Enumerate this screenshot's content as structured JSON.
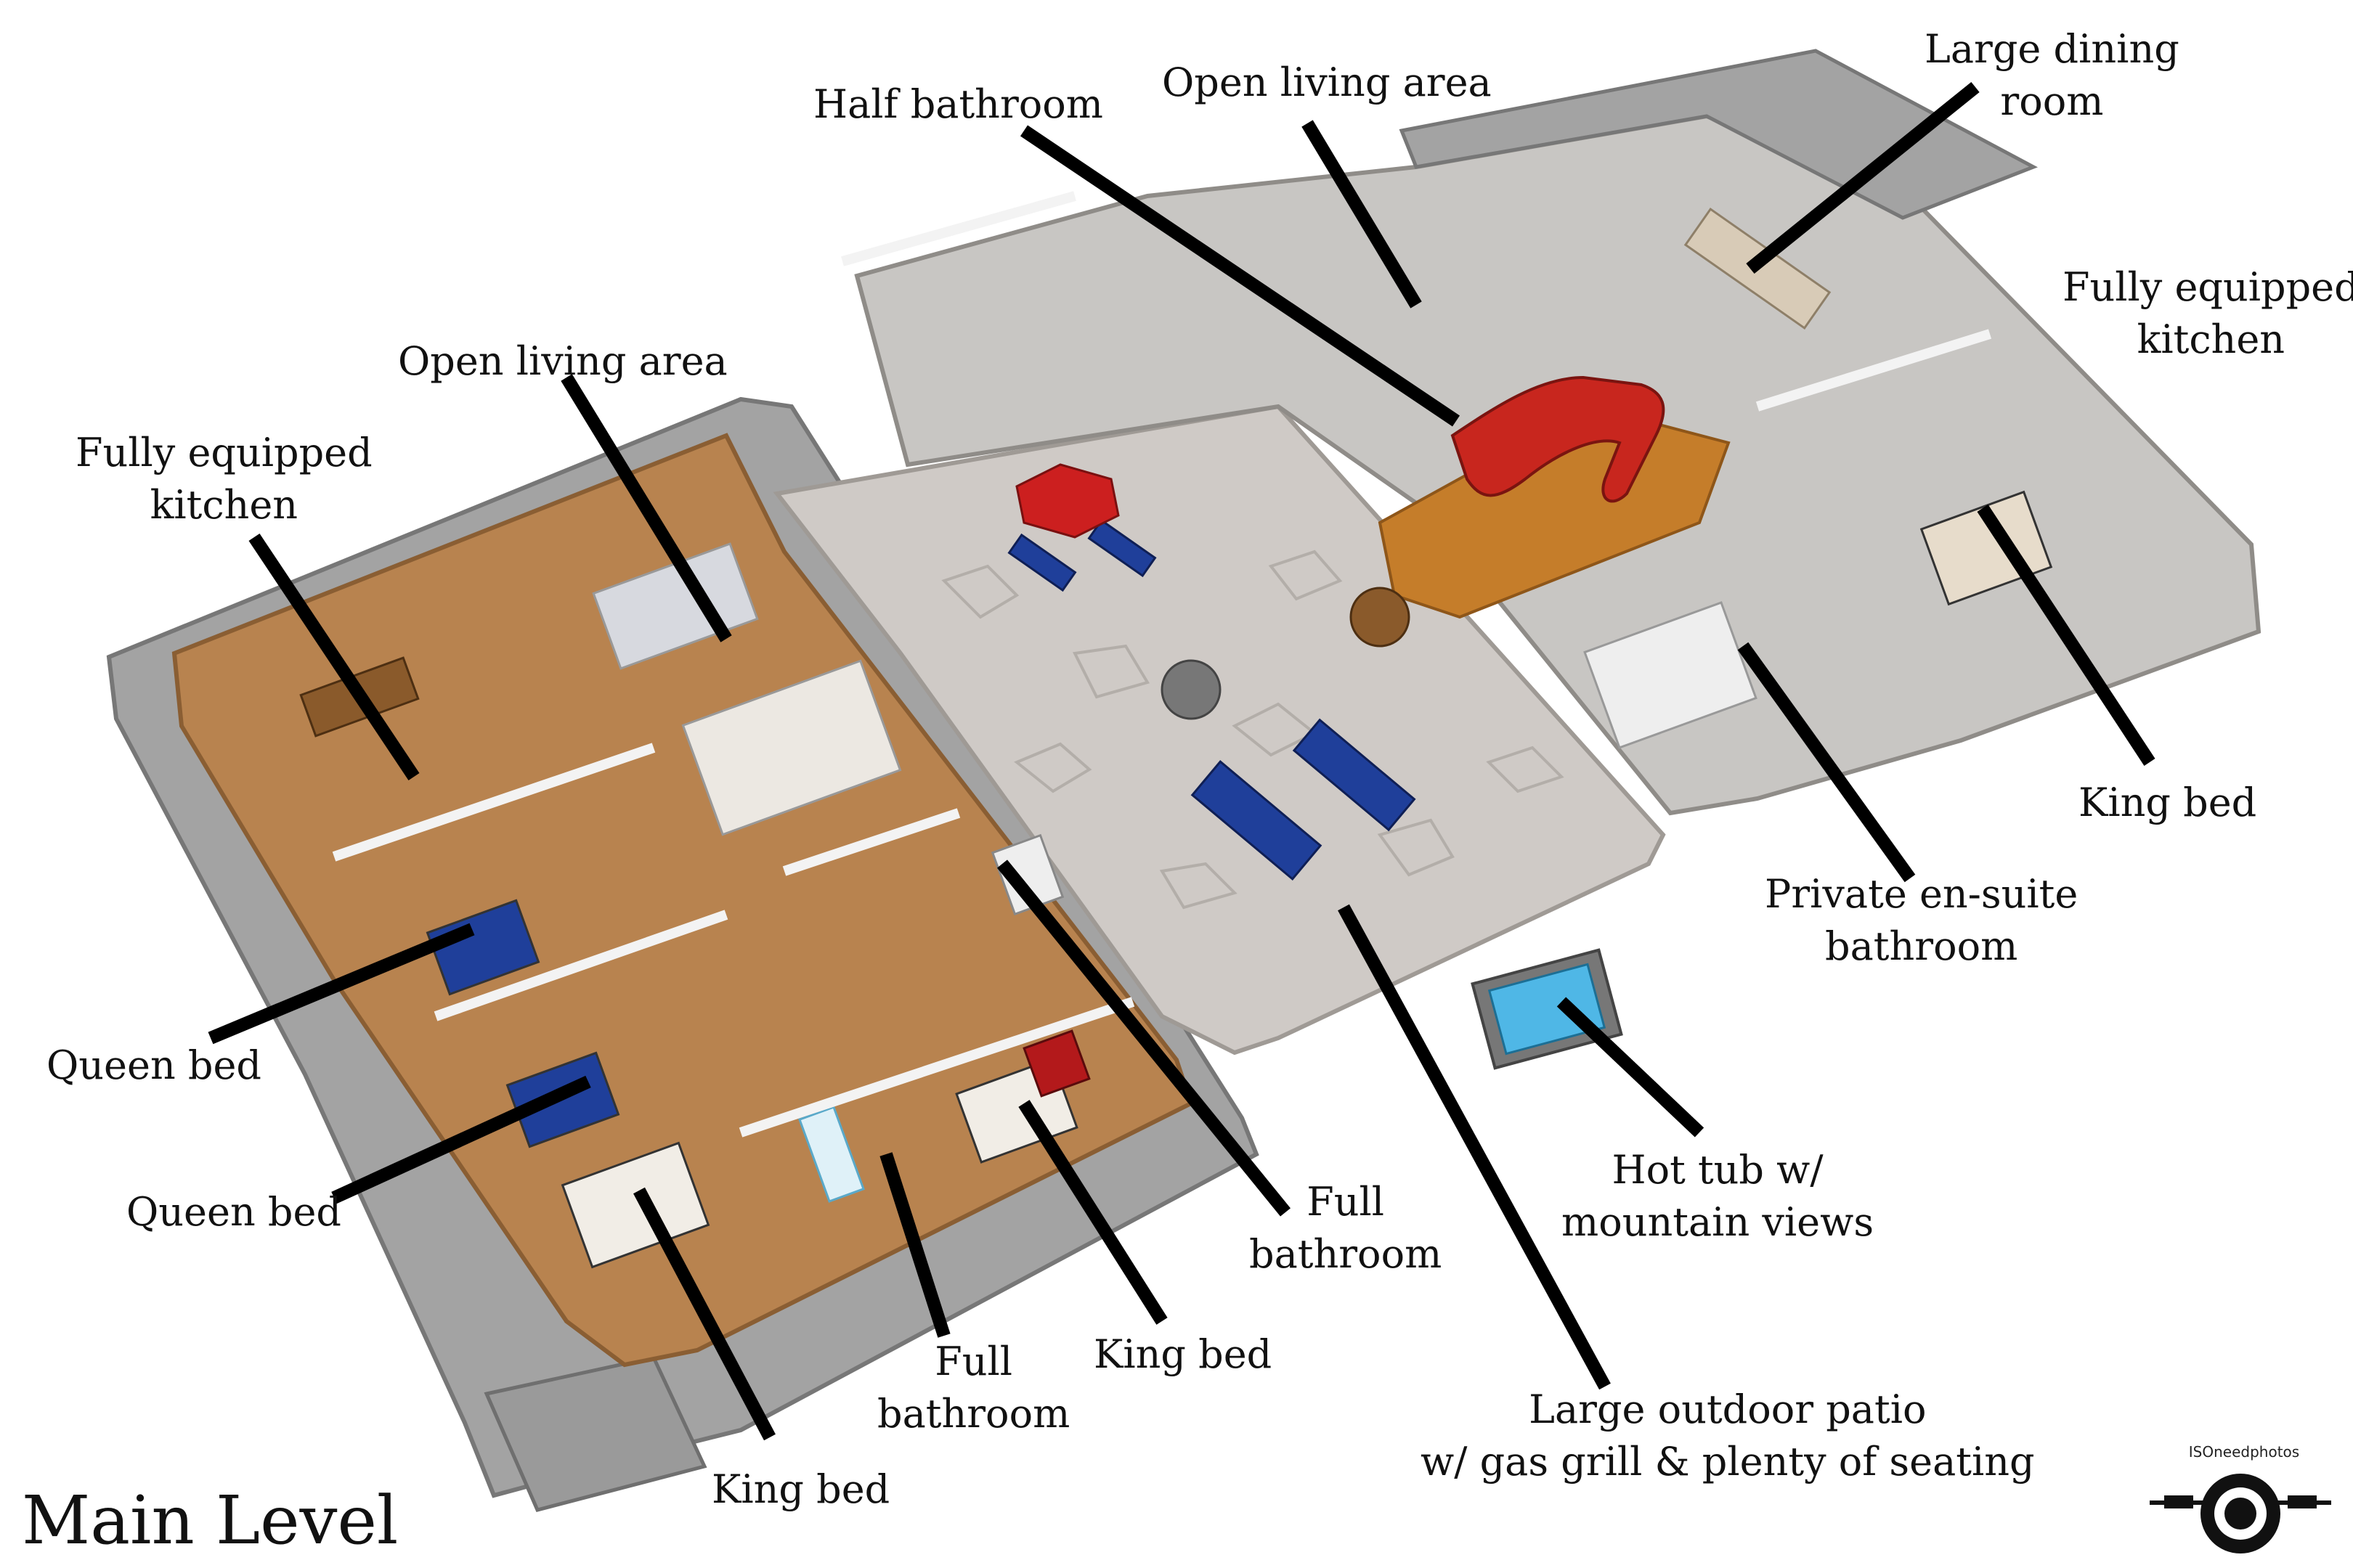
{
  "title": "Main Level",
  "watermark": "ISOneedphotos",
  "colors": {
    "wood_floor": "#b8834f",
    "stone_patio": "#cfcac6",
    "deck": "#9c9c9c",
    "wall": "#efefef",
    "kitchen_red": "#c8261e",
    "sofa_blue": "#1f3f9a",
    "umbrella_red": "#cc1f1f",
    "hot_tub": "#4fb7e6",
    "leader_line": "#000000"
  },
  "labels": {
    "half_bath": {
      "line1": "Half bathroom"
    },
    "open_living_top": {
      "line1": "Open living area"
    },
    "large_dining": {
      "line1": "Large dining",
      "line2": "room"
    },
    "kitchen_right": {
      "line1": "Fully equipped",
      "line2": "kitchen"
    },
    "open_living_left": {
      "line1": "Open living area"
    },
    "kitchen_left": {
      "line1": "Fully equipped",
      "line2": "kitchen"
    },
    "king_bed_right": {
      "line1": "King bed"
    },
    "private_ensuite": {
      "line1": "Private en-suite",
      "line2": "bathroom"
    },
    "queen_bed_1": {
      "line1": "Queen bed"
    },
    "queen_bed_2": {
      "line1": "Queen bed"
    },
    "full_bath_mid": {
      "line1": "Full",
      "line2": "bathroom"
    },
    "hot_tub": {
      "line1": "Hot tub w/",
      "line2": "mountain views"
    },
    "full_bath_low": {
      "line1": "Full",
      "line2": "bathroom"
    },
    "king_bed_mid": {
      "line1": "King bed"
    },
    "king_bed_low": {
      "line1": "King bed"
    },
    "patio": {
      "line1": "Large outdoor patio",
      "line2": "w/ gas grill & plenty of seating"
    }
  }
}
